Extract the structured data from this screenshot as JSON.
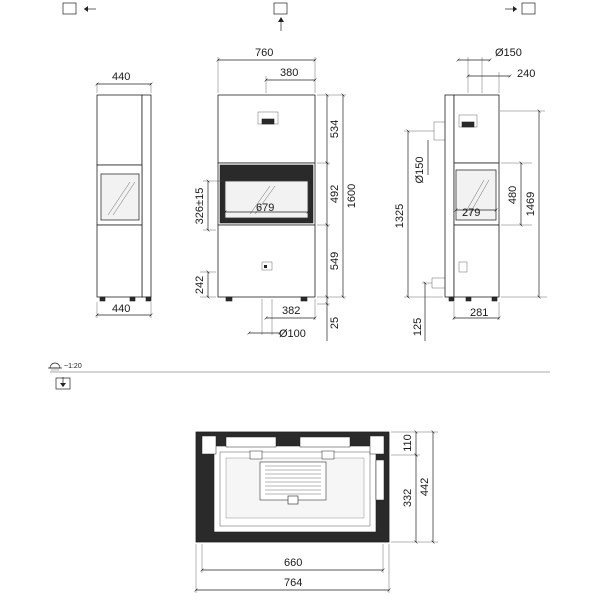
{
  "view_icons": [
    "view-left-icon",
    "view-front-icon",
    "view-right-icon",
    "view-top-icon",
    "scale-icon"
  ],
  "scale": "~1:20",
  "left_view": {
    "width_top": "440",
    "width_bottom": "440"
  },
  "front_view": {
    "overall_width": "760",
    "half_width": "380",
    "upper_height": "534",
    "glass_height": "492",
    "lower_height": "549",
    "total_height": "1600",
    "glass_width": "679",
    "glass_bottom_height": "326±15",
    "foot_height": "242",
    "duct_offset": "382",
    "duct_diameter": "Ø100",
    "floor_gap": "25"
  },
  "right_view": {
    "flue_diameter_top": "Ø150",
    "flue_offset": "240",
    "flue_diameter_side": "Ø150",
    "flue_height": "1325",
    "glass_height": "480",
    "total_height": "1469",
    "glass_depth": "279",
    "duct_height": "125",
    "base_depth": "281"
  },
  "top_view": {
    "inner_width": "660",
    "outer_width": "764",
    "back_depth": "110",
    "firebox_depth": "332",
    "total_depth": "442"
  }
}
